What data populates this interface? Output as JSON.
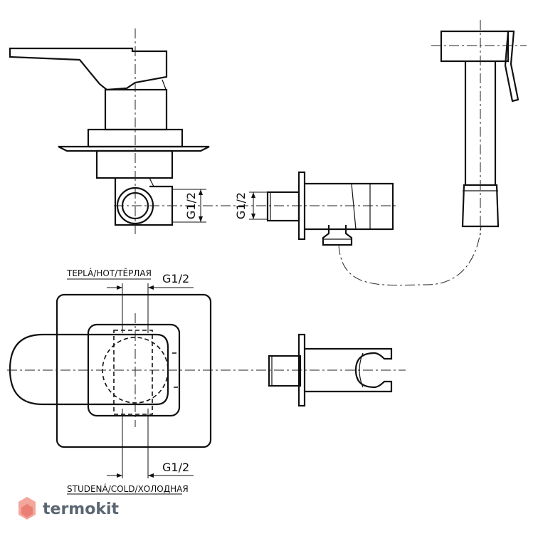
{
  "labels": {
    "thread_side_1": "G1/2",
    "thread_side_2": "G1/2",
    "hot_label": "TEPLÁ/HOT/TĚPЛАЯ",
    "hot_thread": "G1/2",
    "cold_thread": "G1/2",
    "cold_label": "STUDENÁ/COLD/ХОЛОДНАЯ"
  },
  "watermark": {
    "text": "termokit",
    "color": "#e8736b"
  },
  "colors": {
    "line": "#111111",
    "background": "#ffffff"
  }
}
